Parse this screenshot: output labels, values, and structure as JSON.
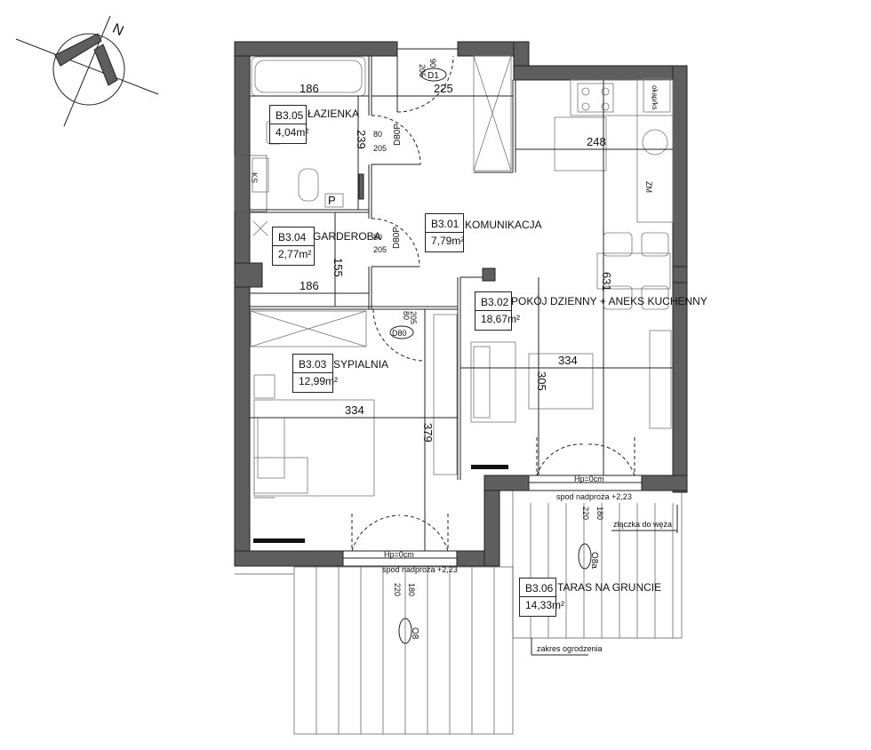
{
  "compass": {
    "north_letter": "N"
  },
  "rooms": [
    {
      "code": "B3.05",
      "name": "ŁAZIENKA",
      "area": "4,04m²"
    },
    {
      "code": "B3.04",
      "name": "GARDEROBA",
      "area": "2,77m²"
    },
    {
      "code": "B3.01",
      "name": "KOMUNIKACJA",
      "area": "7,79m²"
    },
    {
      "code": "B3.02",
      "name": "POKÓJ DZIENNY + ANEKS KUCHENNY",
      "area": "18,67m²"
    },
    {
      "code": "B3.03",
      "name": "SYPIALNIA",
      "area": "12,99m²"
    },
    {
      "code": "B3.06",
      "name": "TARAS NA GRUNCIE",
      "area": "14,33m²"
    }
  ],
  "dimensions": {
    "bath_width": "186",
    "bath_height": "239",
    "corridor_width": "225",
    "kitchen_width": "248",
    "wardrobe_height": "155",
    "wardrobe_width": "186",
    "living_height_long": "631",
    "living_width": "334",
    "living_height": "305",
    "bedroom_width": "334",
    "bedroom_height": "379"
  },
  "doors": {
    "entry_w": "90",
    "entry_h": "205",
    "entry_tag": "D1",
    "bath_w": "80",
    "bath_h": "205",
    "bath_tag": "D80P",
    "ward_w": "80",
    "ward_h": "205",
    "ward_tag": "D80P",
    "bed_w": "80",
    "bed_h": "205",
    "bed_tag": "D80"
  },
  "windows": {
    "bedroom_tag": "O8",
    "bedroom_w": "220",
    "bedroom_h": "180",
    "bedroom_sill": "Hp=0cm",
    "bedroom_lintel": "spod nadproża +2,23",
    "living_tag": "O8a",
    "living_w": "220",
    "living_h": "180",
    "living_sill": "Hp=0cm",
    "living_lintel": "spod nadproża +2,23"
  },
  "labels": {
    "garden_hose": "złączka do węża",
    "fence_range": "zakres ogrodzenia",
    "laundry_p": "P",
    "kitchen_zm": "ZM",
    "ks_label": "KS",
    "rewizja": "okap/ks"
  }
}
